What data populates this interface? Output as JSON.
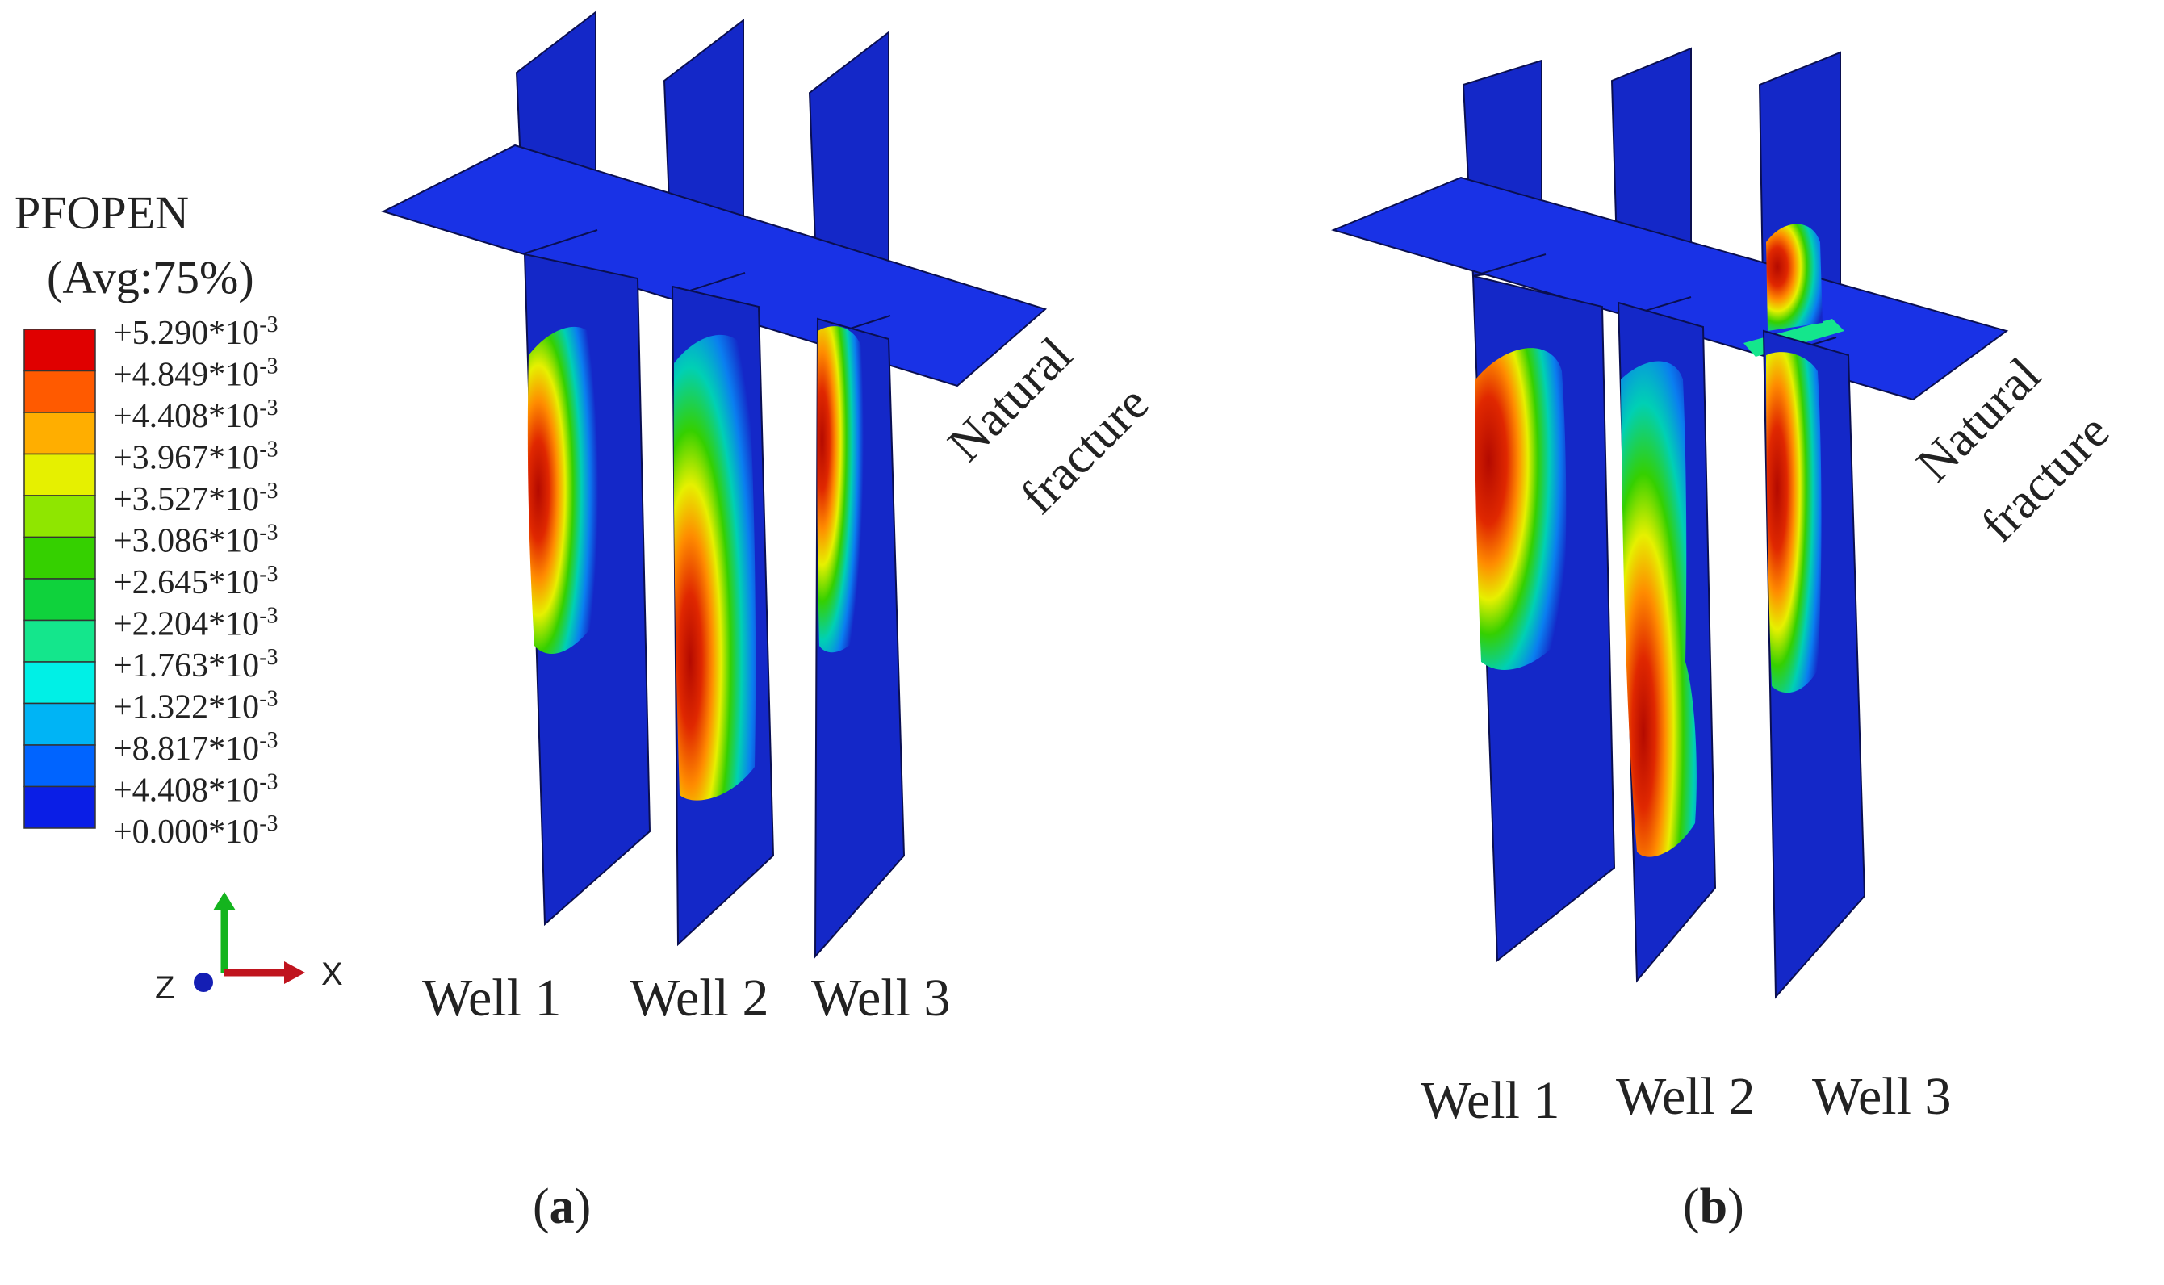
{
  "legend": {
    "variable": "PFOPEN",
    "averaging": "(Avg:75%)",
    "entries": [
      {
        "mantissa": "+5.290",
        "color": "#e00000"
      },
      {
        "mantissa": "+4.849",
        "color": "#ff5a00"
      },
      {
        "mantissa": "+4.408",
        "color": "#ffae00"
      },
      {
        "mantissa": "+3.967",
        "color": "#e6f000"
      },
      {
        "mantissa": "+3.527",
        "color": "#8fe600"
      },
      {
        "mantissa": "+3.086",
        "color": "#35d000"
      },
      {
        "mantissa": "+2.645",
        "color": "#0fd23c"
      },
      {
        "mantissa": "+2.204",
        "color": "#14e68c"
      },
      {
        "mantissa": "+1.763",
        "color": "#00f0e6"
      },
      {
        "mantissa": "+1.322",
        "color": "#00b4f5"
      },
      {
        "mantissa": "+8.817",
        "color": "#0064ff"
      },
      {
        "mantissa": "+4.408",
        "color": "#0a1ee6"
      },
      {
        "mantissa": "+0.000"
      }
    ],
    "exponent_base": "*10",
    "exponent": "-3"
  },
  "triad": {
    "x_label": "X",
    "z_label": "Z",
    "colors": {
      "x": "#c0141e",
      "y": "#14b41e",
      "z": "#141eb4"
    }
  },
  "background_color": "#1428c8",
  "panels": [
    {
      "id": "a",
      "label": "a",
      "fracture_label_line1": "Natural",
      "fracture_label_line2": "fracture",
      "wells": [
        {
          "label": "Well 1",
          "peak_color": "#b40a00"
        },
        {
          "label": "Well 2",
          "peak_color": "#b40a00"
        },
        {
          "label": "Well 3",
          "peak_color": "#b40a00"
        }
      ]
    },
    {
      "id": "b",
      "label": "b",
      "fracture_label_line1": "Natural",
      "fracture_label_line2": "fracture",
      "wells": [
        {
          "label": "Well 1",
          "peak_color": "#b40a00"
        },
        {
          "label": "Well 2",
          "peak_color": "#b40a00"
        },
        {
          "label": "Well 3",
          "peak_color": "#b40a00"
        }
      ]
    }
  ]
}
